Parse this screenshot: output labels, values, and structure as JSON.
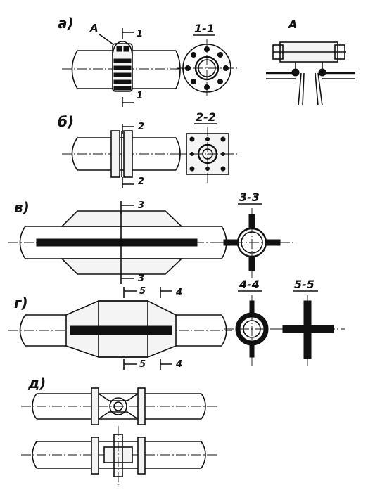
{
  "labels": {
    "variant_a": "а)",
    "variant_b": "б)",
    "variant_v": "в)",
    "variant_g": "г)",
    "variant_d": "д)",
    "detail_a": "А",
    "detail_a_title": "А"
  },
  "sections": {
    "s1": "1-1",
    "s2": "2-2",
    "s3": "3-3",
    "s4": "4-4",
    "s5": "5-5"
  },
  "marks": {
    "one": "1",
    "two": "2",
    "three": "3",
    "four": "4",
    "five": "5"
  }
}
